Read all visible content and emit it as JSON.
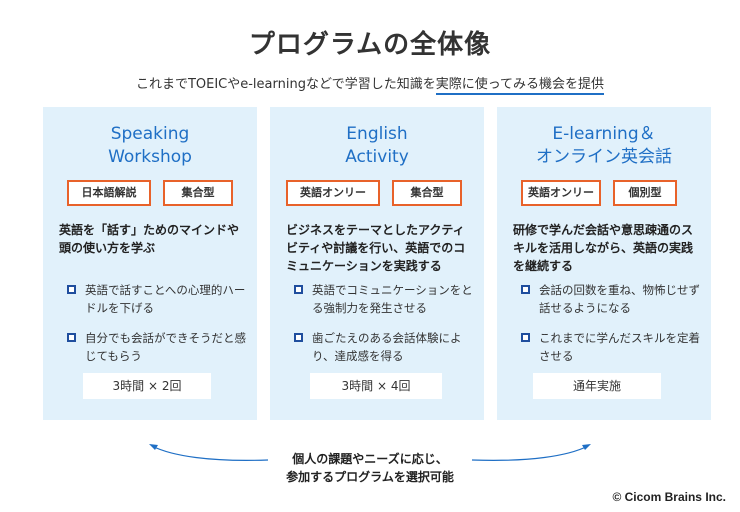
{
  "page": {
    "title": "プログラムの全体像",
    "subtitle_pre": "これまでTOEICやe-learningなどで学習した知識を",
    "subtitle_highlight": "実際に使ってみる機会を提供"
  },
  "cards": [
    {
      "title_line1": "Speaking",
      "title_line2": "Workshop",
      "tag1": "日本語解説",
      "tag2": "集合型",
      "lead": "英語を「話す」ためのマインドや頭の使い方を学ぶ",
      "bullet1": "英語で話すことへの心理的ハードルを下げる",
      "bullet2": "自分でも会話ができそうだと感じてもらう",
      "schedule": "3時間 × 2回"
    },
    {
      "title_line1": "English",
      "title_line2": "Activity",
      "tag1": "英語オンリー",
      "tag2": "集合型",
      "lead": "ビジネスをテーマとしたアクティビティや討議を行い、英語でのコミュニケーションを実践する",
      "bullet1": "英語でコミュニケーションをとる強制力を発生させる",
      "bullet2": "歯ごたえのある会話体験により、達成感を得る",
      "schedule": "3時間 × 4回"
    },
    {
      "title_line1": "E-learning＆",
      "title_line2": "オンライン英会話",
      "tag1": "英語オンリー",
      "tag2": "個別型",
      "lead": "研修で学んだ会話や意思疎通のスキルを活用しながら、英語の実践を継続する",
      "bullet1": "会話の回数を重ね、物怖じせず話せるようになる",
      "bullet2": "これまでに学んだスキルを定着させる",
      "schedule": "通年実施"
    }
  ],
  "footer": {
    "line1": "個人の課題やニーズに応じ、",
    "line2": "参加するプログラムを選択可能",
    "copyright": "© Cicom Brains Inc."
  },
  "colors": {
    "accent_blue": "#1f6fc5",
    "card_bg": "#e1f1fb",
    "tag_border": "#e8622a",
    "bullet_square": "#1f4e9e"
  }
}
